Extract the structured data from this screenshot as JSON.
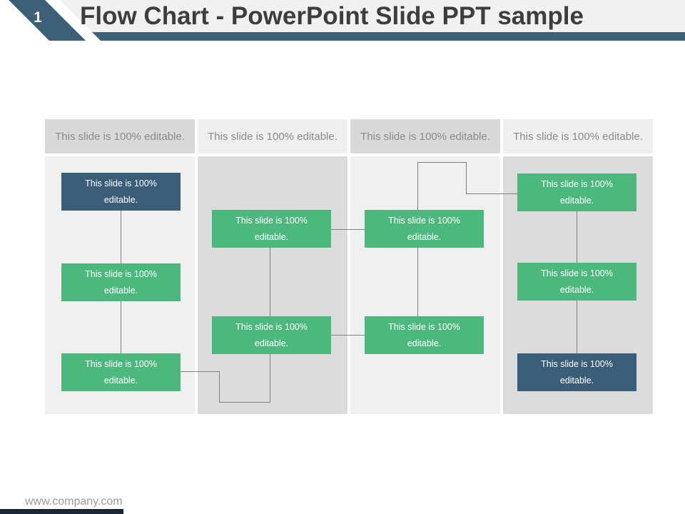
{
  "slide": {
    "page_number": "1",
    "title": "Flow Chart - PowerPoint Slide PPT sample",
    "footer_url": "www.company.com"
  },
  "columns": [
    {
      "header": "This slide is 100% editable."
    },
    {
      "header": "This slide is 100% editable."
    },
    {
      "header": "This slide is 100% editable."
    },
    {
      "header": "This slide is 100% editable."
    }
  ],
  "node_text": "This slide is 100% editable.",
  "nodes": [
    {
      "id": "col1-node1",
      "column": 1,
      "style": "blue"
    },
    {
      "id": "col1-node2",
      "column": 1,
      "style": "green"
    },
    {
      "id": "col1-node3",
      "column": 1,
      "style": "green"
    },
    {
      "id": "col2-node1",
      "column": 2,
      "style": "green"
    },
    {
      "id": "col2-node2",
      "column": 2,
      "style": "green"
    },
    {
      "id": "col3-node1",
      "column": 3,
      "style": "green"
    },
    {
      "id": "col3-node2",
      "column": 3,
      "style": "green"
    },
    {
      "id": "col4-node1",
      "column": 4,
      "style": "green"
    },
    {
      "id": "col4-node2",
      "column": 4,
      "style": "green"
    },
    {
      "id": "col4-node3",
      "column": 4,
      "style": "blue"
    }
  ],
  "colors": {
    "accent_blue": "#3D6078",
    "node_blue": "#3A5D78",
    "node_green": "#4DB87D",
    "header_cell_dark": "#D9D9D9",
    "header_cell_light": "#EFEFEF",
    "column_body_light": "#F0F0F0",
    "column_body_dark": "#DCDCDC",
    "connector_gray": "#7F7F7F",
    "title_text": "#3D3D3D",
    "muted_text": "#8B8B8B",
    "footer_bar": "#1C2833"
  }
}
